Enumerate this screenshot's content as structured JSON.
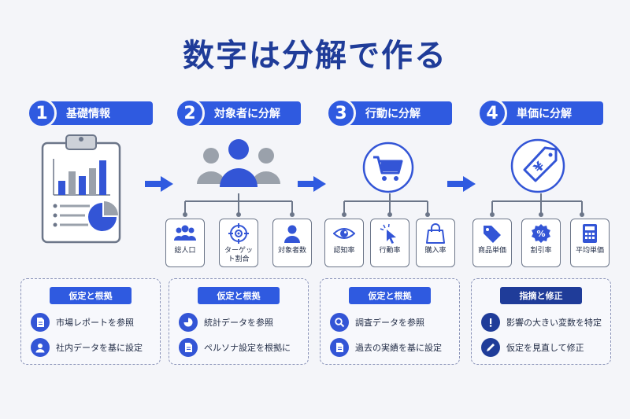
{
  "title": "数字は分解で作る",
  "colors": {
    "primary": "#2f5ae0",
    "dark": "#1f3c99",
    "gray": "#9aa1ab"
  },
  "steps": [
    {
      "num": "1",
      "label": "基礎情報",
      "card_badge": "仮定と根拠",
      "rows": [
        {
          "icon": "document-icon",
          "text": "市場レポートを参照"
        },
        {
          "icon": "person-icon",
          "text": "社内データを基に設定"
        }
      ]
    },
    {
      "num": "2",
      "label": "対象者に分解",
      "subs": [
        {
          "icon": "group-icon",
          "label": "総人口"
        },
        {
          "icon": "target-icon",
          "label": "ターゲット割合"
        },
        {
          "icon": "person-icon",
          "label": "対象者数"
        }
      ],
      "card_badge": "仮定と根拠",
      "rows": [
        {
          "icon": "pie-chart-icon",
          "text": "統計データを参照"
        },
        {
          "icon": "document-icon",
          "text": "ペルソナ設定を根拠に"
        }
      ]
    },
    {
      "num": "3",
      "label": "行動に分解",
      "subs": [
        {
          "icon": "eye-icon",
          "label": "認知率"
        },
        {
          "icon": "cursor-click-icon",
          "label": "行動率"
        },
        {
          "icon": "shopping-bag-icon",
          "label": "購入率"
        }
      ],
      "card_badge": "仮定と根拠",
      "rows": [
        {
          "icon": "search-icon",
          "text": "調査データを参照"
        },
        {
          "icon": "document-icon",
          "text": "過去の実績を基に設定"
        }
      ]
    },
    {
      "num": "4",
      "label": "単価に分解",
      "main_symbol": "¥",
      "subs": [
        {
          "icon": "price-tag-icon",
          "label": "商品単価"
        },
        {
          "icon": "percent-badge-icon",
          "label": "割引率",
          "symbol": "%"
        },
        {
          "icon": "calculator-icon",
          "label": "平均単価"
        }
      ],
      "card_badge": "指摘と修正",
      "rows": [
        {
          "icon": "exclamation-icon",
          "text": "影響の大きい変数を特定"
        },
        {
          "icon": "pencil-icon",
          "text": "仮定を見直して修正"
        }
      ]
    }
  ]
}
